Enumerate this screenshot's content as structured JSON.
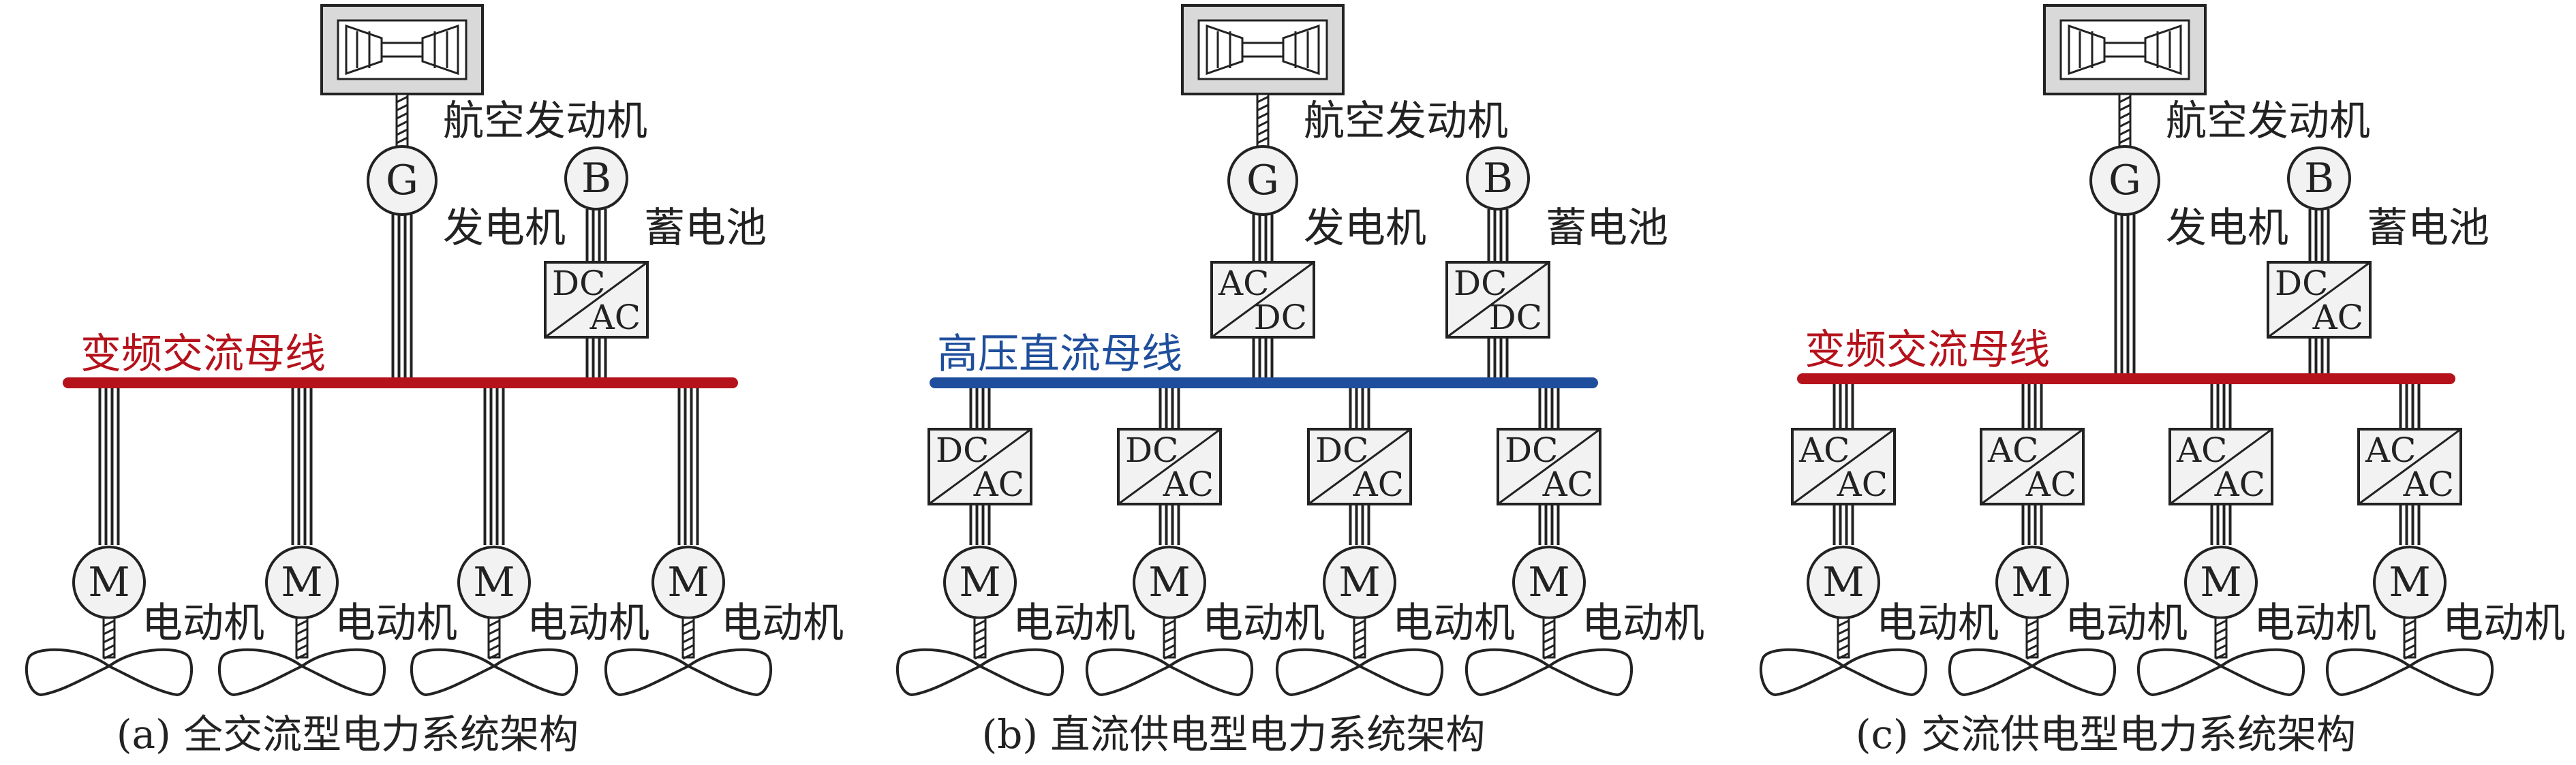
{
  "palette": {
    "ac_bus": "#b5121b",
    "dc_bus": "#1f4e9c",
    "line": "#222222",
    "fill": "#d9d9d9",
    "light_fill": "#f2f2f2"
  },
  "panels": [
    {
      "caption": "(a) 全交流型电力系统架构",
      "engine_label": "航空发动机",
      "generator_symbol": "G",
      "generator_label": "发电机",
      "battery_symbol": "B",
      "battery_label": "蓄电池",
      "bus_label": "变频交流母线",
      "bus_type": "ac",
      "battery_converter": [
        "DC",
        "AC"
      ],
      "generator_converter": null,
      "motor_converter": null,
      "motor_symbol": "M",
      "motor_label": "电动机"
    },
    {
      "caption": "(b) 直流供电型电力系统架构",
      "engine_label": "航空发动机",
      "generator_symbol": "G",
      "generator_label": "发电机",
      "battery_symbol": "B",
      "battery_label": "蓄电池",
      "bus_label": "高压直流母线",
      "bus_type": "dc",
      "battery_converter": [
        "DC",
        "DC"
      ],
      "generator_converter": [
        "AC",
        "DC"
      ],
      "motor_converter": [
        "DC",
        "AC"
      ],
      "motor_symbol": "M",
      "motor_label": "电动机"
    },
    {
      "caption": "(c) 交流供电型电力系统架构",
      "engine_label": "航空发动机",
      "generator_symbol": "G",
      "generator_label": "发电机",
      "battery_symbol": "B",
      "battery_label": "蓄电池",
      "bus_label": "变频交流母线",
      "bus_type": "ac",
      "battery_converter": [
        "DC",
        "AC"
      ],
      "generator_converter": null,
      "motor_converter": [
        "AC",
        "AC"
      ],
      "motor_symbol": "M",
      "motor_label": "电动机"
    }
  ]
}
